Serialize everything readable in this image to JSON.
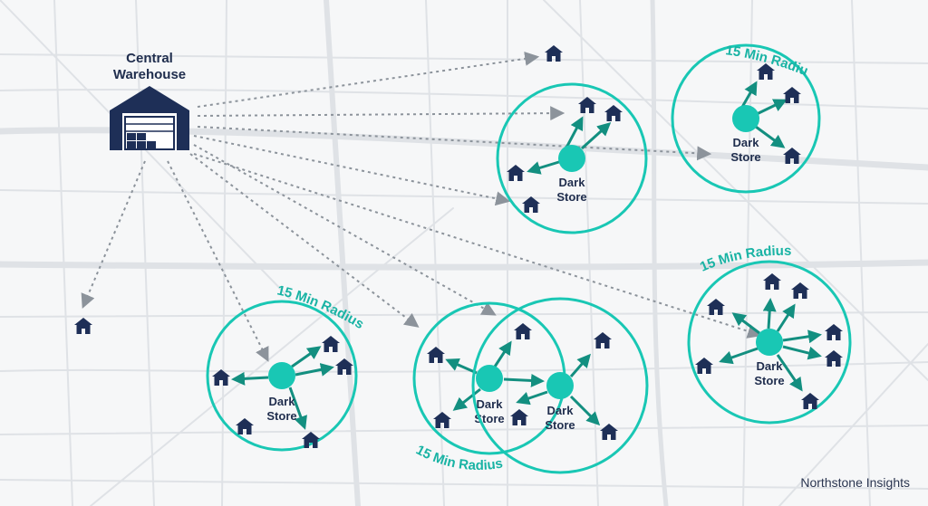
{
  "colors": {
    "navy": "#1e2f57",
    "teal": "#19c7b4",
    "teal_dark": "#138f80",
    "route": "#8c939b",
    "roads": "#dfe2e6",
    "background": "#f6f7f8"
  },
  "warehouse": {
    "label_line1": "Central",
    "label_line2": "Warehouse",
    "icon": "warehouse-icon"
  },
  "dark_store": {
    "label_line1": "Dark",
    "label_line2": "Store",
    "icon": "dark-store-dot"
  },
  "radius_label": "15 Min Radius",
  "home_icon": "house-icon",
  "brand": "Northstone Insights"
}
